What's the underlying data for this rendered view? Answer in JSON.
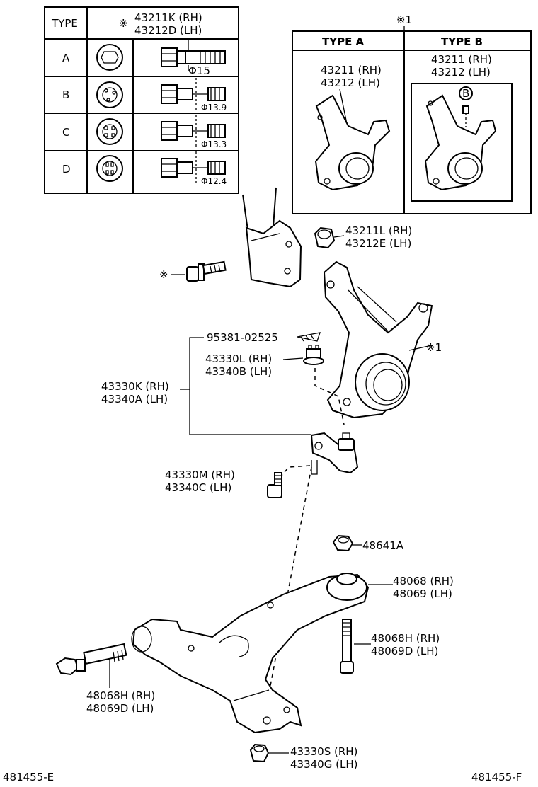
{
  "table": {
    "type_header": "TYPE",
    "header_mark": "※",
    "header_rh": "43211K (RH)",
    "header_lh": "43212D (LH)",
    "rows": [
      {
        "type": "A",
        "dia": "Φ15"
      },
      {
        "type": "B",
        "dia": "Φ13.9"
      },
      {
        "type": "C",
        "dia": "Φ13.3"
      },
      {
        "type": "D",
        "dia": "Φ12.4"
      }
    ]
  },
  "type_box": {
    "mark": "※1",
    "type_a": "TYPE  A",
    "type_b": "TYPE  B",
    "a_rh": "43211 (RH)",
    "a_lh": "43212 (LH)",
    "b_rh": "43211 (RH)",
    "b_lh": "43212 (LH)",
    "b_callout": "B"
  },
  "labels": {
    "nut_rh": "43211L (RH)",
    "nut_lh": "43212E (LH)",
    "bolt_mark": "※",
    "pin": "95381-02525",
    "knuckle_mark": "※1",
    "castle_rh": "43330L (RH)",
    "castle_lh": "43340B (LH)",
    "joint_rh": "43330K (RH)",
    "joint_lh": "43340A (LH)",
    "jbolt_rh": "43330M (RH)",
    "jbolt_lh": "43340C (LH)",
    "nut2": "48641A",
    "bush_rh": "48068 (RH)",
    "bush_lh": "48069 (LH)",
    "rbolt_rh": "48068H (RH)",
    "rbolt_lh": "48069D (LH)",
    "lbolt_rh": "48068H (RH)",
    "lbolt_lh": "48069D (LH)",
    "bnut_rh": "43330S (RH)",
    "bnut_lh": "43340G (LH)"
  },
  "footer": {
    "left": "481455-E",
    "right": "481455-F"
  }
}
